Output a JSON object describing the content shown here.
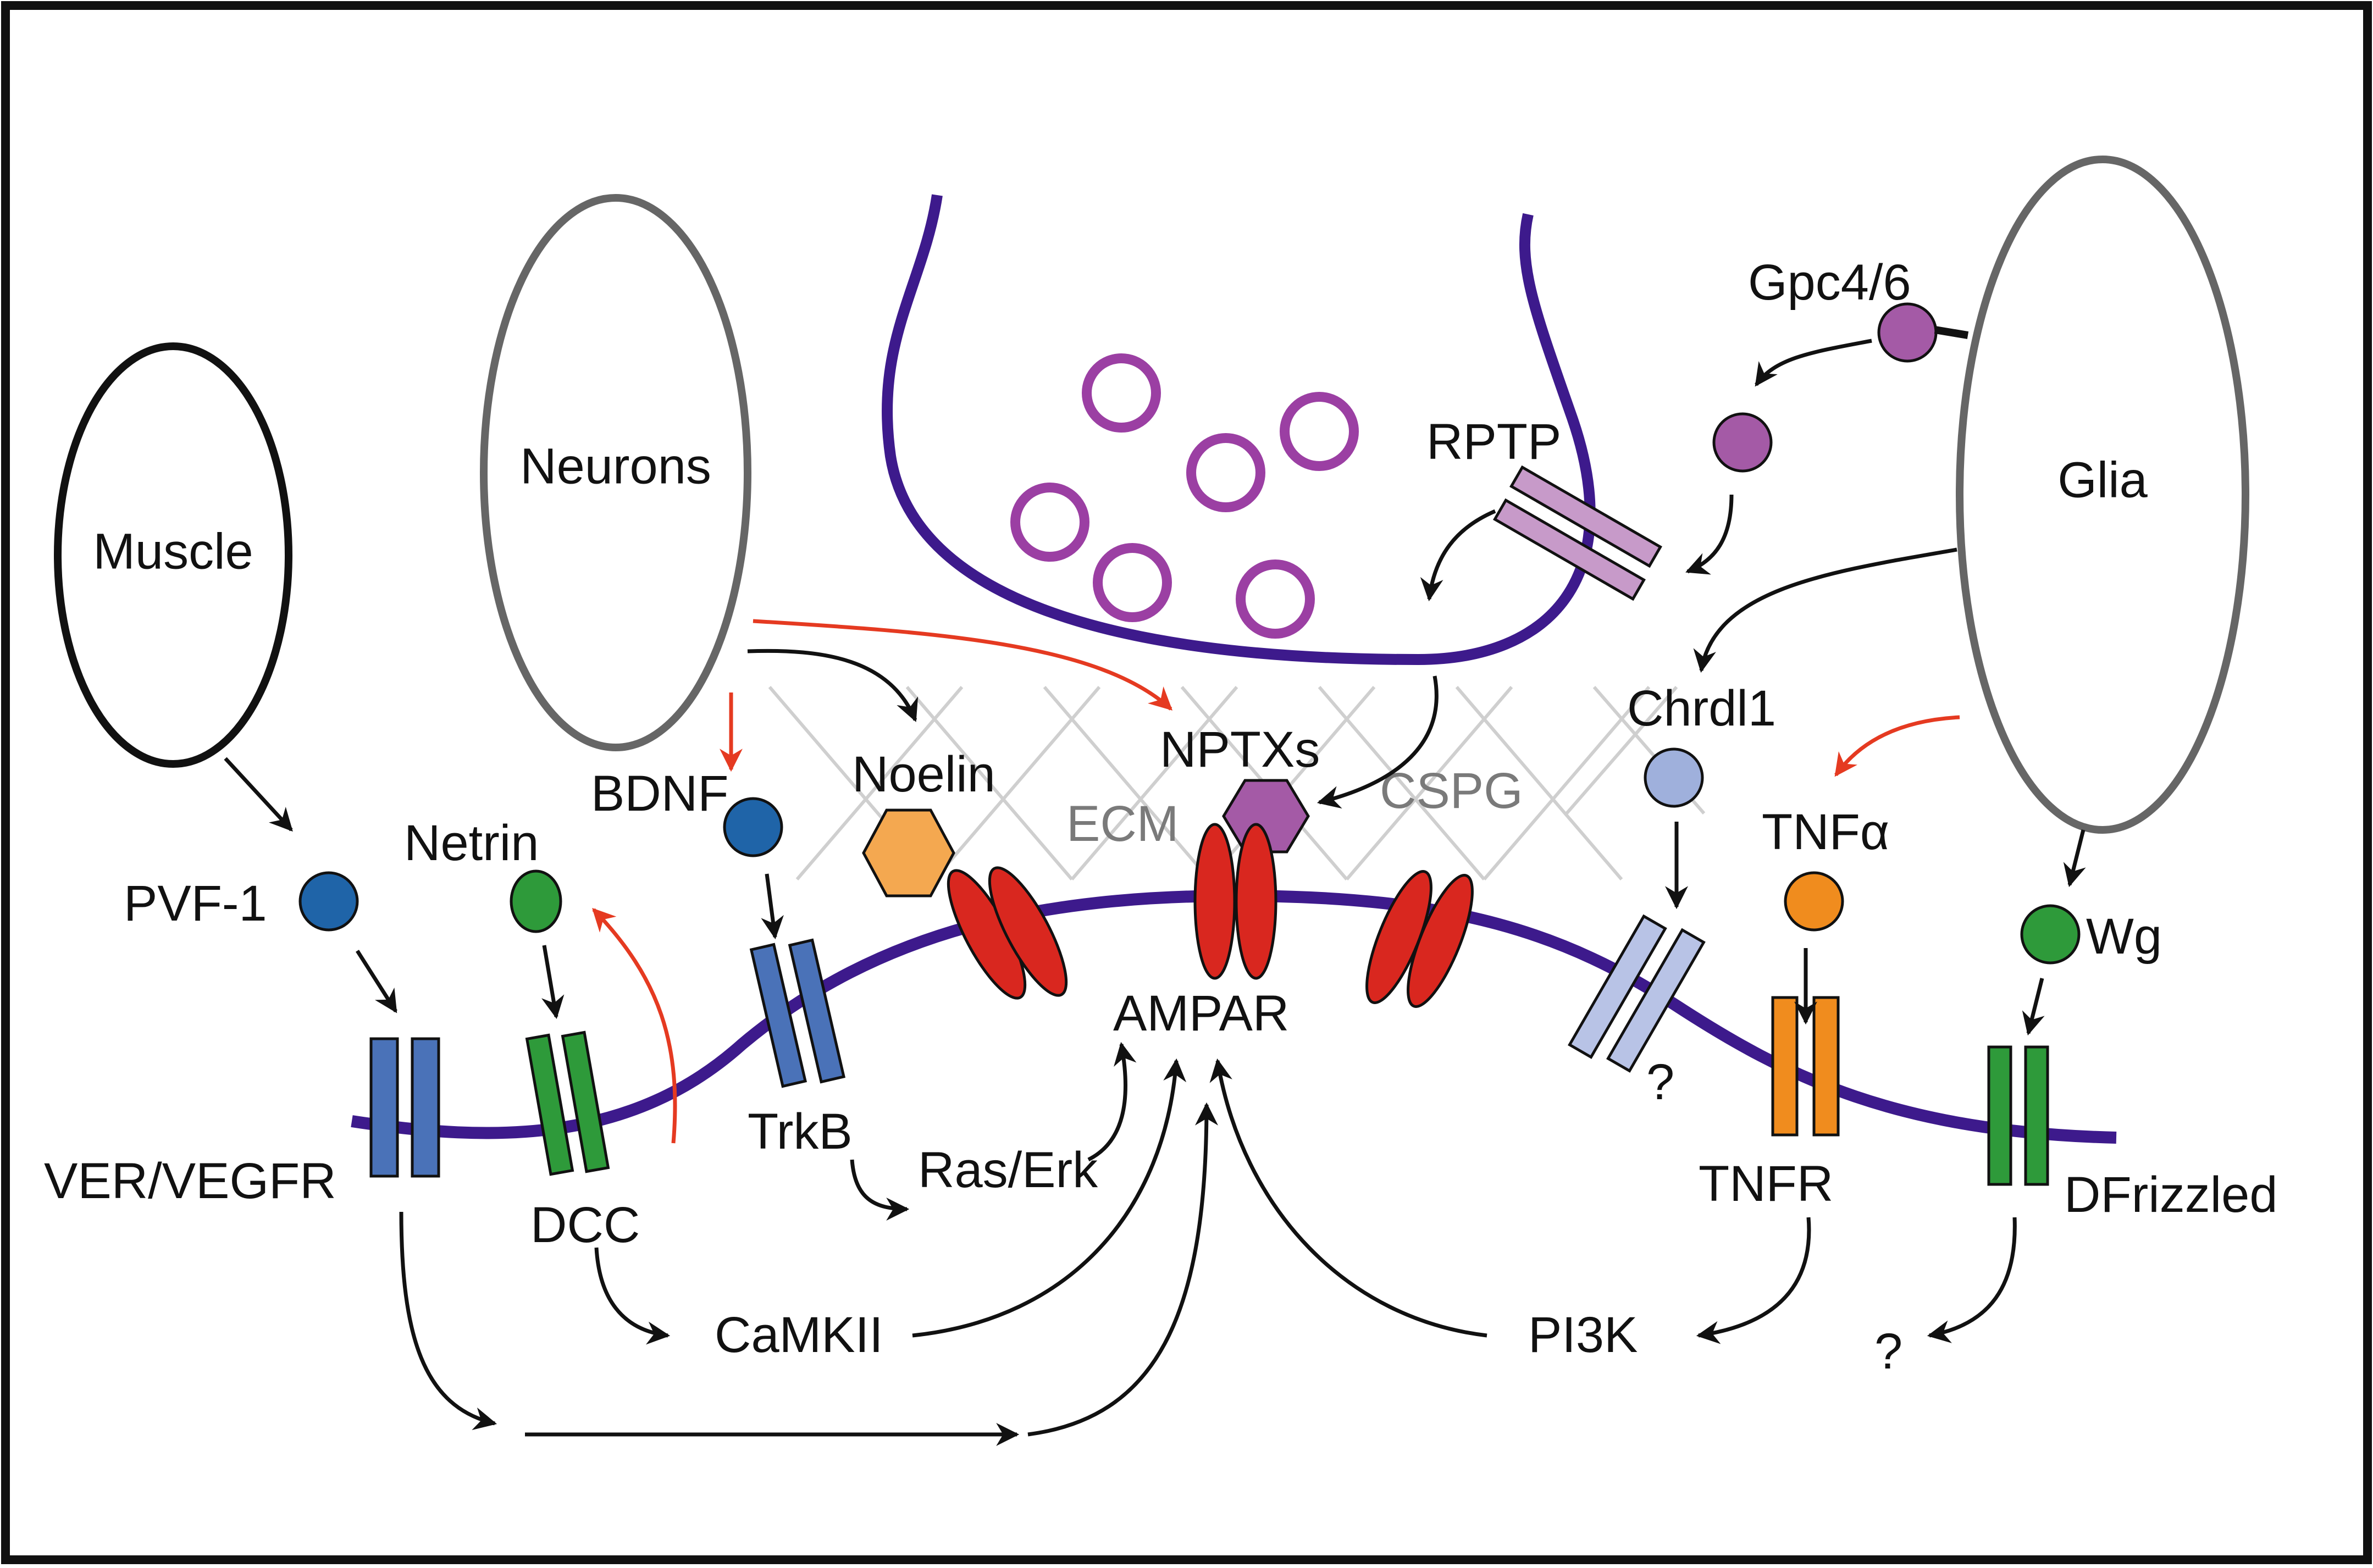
{
  "cells": {
    "muscle": "Muscle",
    "neurons": "Neurons",
    "glia": "Glia"
  },
  "ligands": {
    "pvf1": "PVF-1",
    "netrin": "Netrin",
    "bdnf": "BDNF",
    "noelin": "Noelin",
    "nptxs": "NPTXs",
    "gpc": "Gpc4/6",
    "chrdl1": "Chrdl1",
    "tnfa": "TNFα",
    "wg": "Wg"
  },
  "receptors": {
    "vegfr": "VER/VEGFR",
    "dcc": "DCC",
    "trkb": "TrkB",
    "ampar": "AMPAR",
    "rptp": "RPTP",
    "chrdl_q": "?",
    "tnfr": "TNFR",
    "dfrizzled": "DFrizzled"
  },
  "matrix": {
    "ecm": "ECM",
    "cspg": "CSPG"
  },
  "signaling": {
    "raserk": "Ras/Erk",
    "camkii": "CaMKII",
    "pi3k": "PI3K",
    "wg_q": "?"
  },
  "colors": {
    "membrane": "#3d1a8c",
    "vesicle": "#9b3fa3",
    "ampar": "#d9271f",
    "blue_receptor": "#4a72b8",
    "green_receptor": "#2e9a3a",
    "orange_receptor": "#f08c1e",
    "lavender_receptor": "#b8c3e6",
    "pink_receptor": "#c79ac9",
    "red_arrow": "#e53a21",
    "ecm_lines": "#cfcfcf"
  }
}
